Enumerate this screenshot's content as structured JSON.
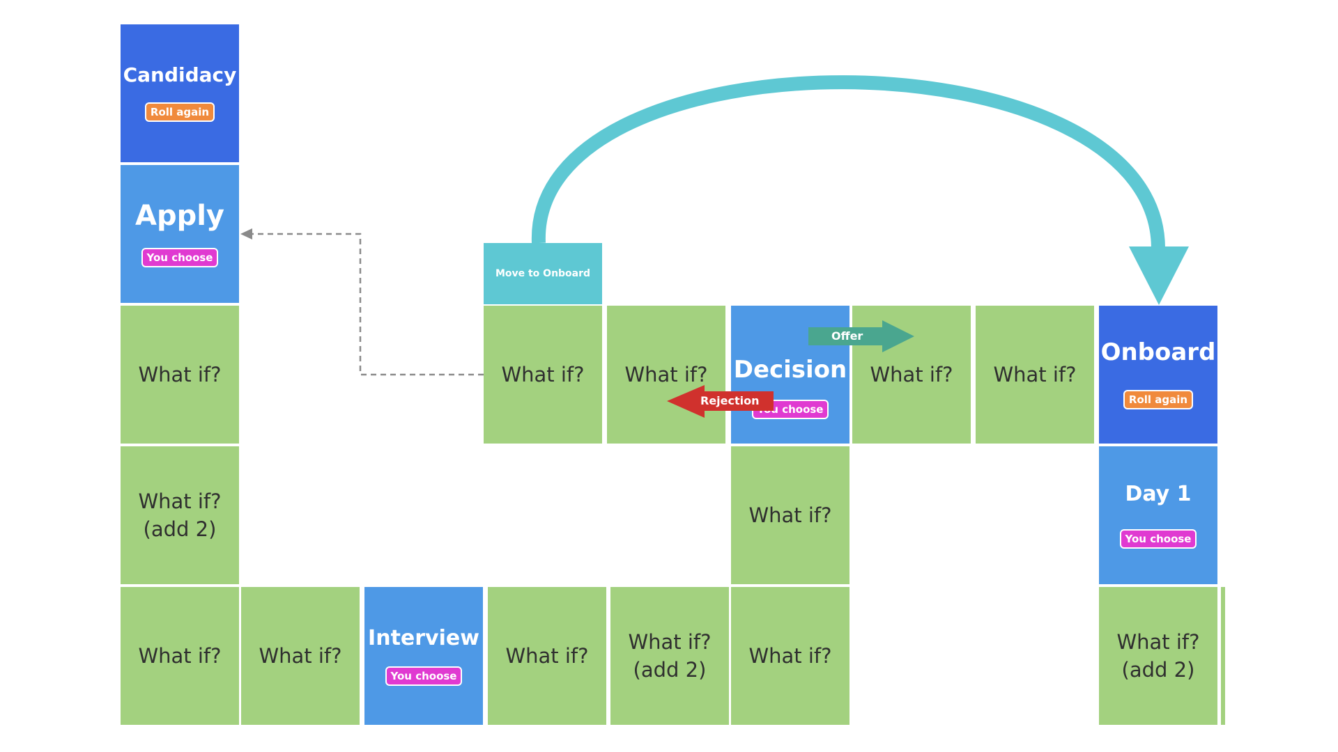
{
  "colors": {
    "green_tile": "#a3d17f",
    "dark_blue_tile": "#3a6be3",
    "light_blue_tile": "#4e99e6",
    "teal": "#5ec8d3",
    "orange_badge": "#f08a3c",
    "pink_badge": "#e03ad1",
    "offer_arrow": "#4aa68f",
    "rejection_arrow": "#d0312d",
    "dashed_connector": "#8a8a8a"
  },
  "tiles": {
    "candidacy": {
      "label": "Candidacy",
      "badge": "Roll again"
    },
    "apply": {
      "label": "Apply",
      "badge": "You choose"
    },
    "left_what_if_1": {
      "label": "What if?"
    },
    "left_what_if_add2": {
      "label": "What if?\n(add 2)"
    },
    "bottom_what_if_1": {
      "label": "What if?"
    },
    "bottom_what_if_2": {
      "label": "What if?"
    },
    "interview": {
      "label": "Interview",
      "badge": "You choose"
    },
    "bottom_what_if_3": {
      "label": "What if?"
    },
    "bottom_what_if_add2": {
      "label": "What if?\n(add 2)"
    },
    "bottom_what_if_4": {
      "label": "What if?"
    },
    "mid_what_if": {
      "label": "What if?"
    },
    "move_to_onboard": {
      "label": "Move to Onboard"
    },
    "top_what_if_1": {
      "label": "What if?"
    },
    "top_what_if_2": {
      "label": "What if?"
    },
    "decision": {
      "label": "Decision",
      "badge": "You choose"
    },
    "top_what_if_3": {
      "label": "What if?"
    },
    "top_what_if_4": {
      "label": "What if?"
    },
    "onboard": {
      "label": "Onboard",
      "badge": "Roll again"
    },
    "day1": {
      "label": "Day 1",
      "badge": "You choose"
    },
    "right_what_if_add2": {
      "label": "What if?\n(add 2)"
    }
  },
  "arrows": {
    "offer": {
      "label": "Offer"
    },
    "rejection": {
      "label": "Rejection"
    }
  }
}
